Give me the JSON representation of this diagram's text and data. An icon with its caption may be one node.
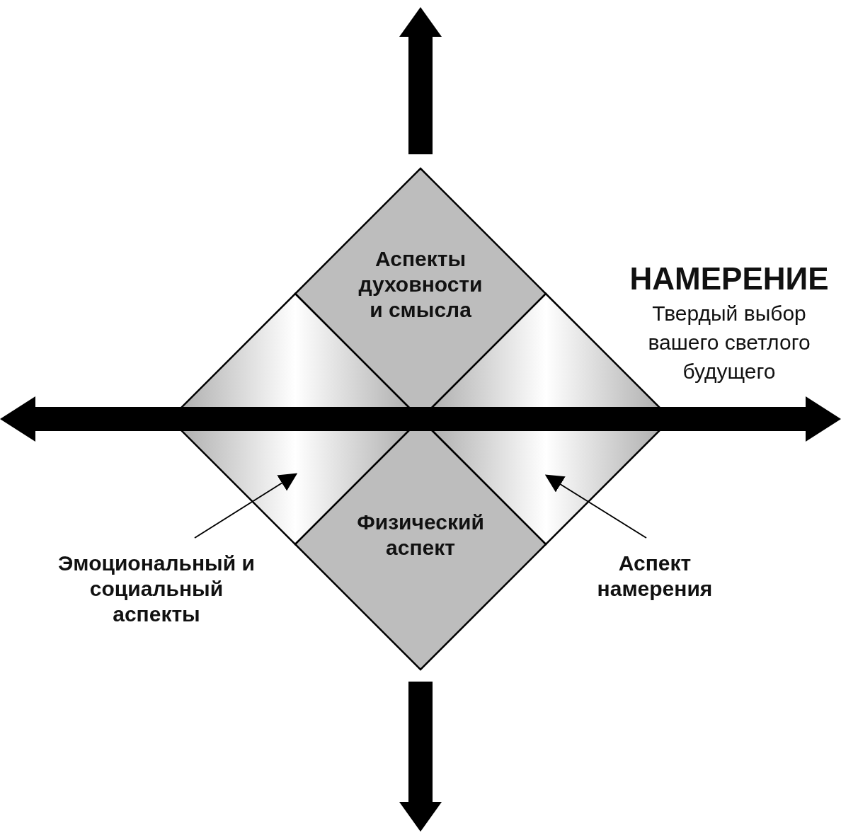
{
  "diagram": {
    "nodes": [
      {
        "text": [
          "Аспекты духовности и смысла"
        ]
      },
      {
        "text": [],
        "shape": "diamond"
      },
      {
        "text": [],
        "shape": "diamond"
      },
      {
        "text": [
          "Физический аспект"
        ]
      },
      {
        "text": [
          "Эмоциональный и социальный аспекты"
        ]
      },
      {
        "text": [
          "Аспект намерения"
        ]
      }
    ],
    "edges": [
      {
        "from": 4,
        "to": 1,
        "arrow": "to"
      },
      {
        "from": 5,
        "to": 2,
        "arrow": "to"
      }
    ],
    "labels": [
      "НАМЕРЕНИЕ",
      "Твердый выбор вашего светлого будущего"
    ]
  }
}
